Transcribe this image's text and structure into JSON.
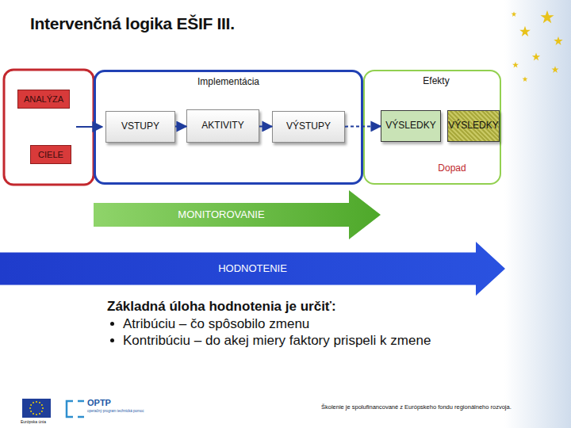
{
  "diagram": {
    "title": "Intervenčná logika EŠIF III.",
    "nodes": [
      {
        "text": [
          "ANALÝZA"
        ]
      },
      {
        "text": [
          "CIELE"
        ]
      },
      {
        "text": [
          "Implementácia"
        ]
      },
      {
        "text": [
          "VSTUPY"
        ],
        "in": 2
      },
      {
        "text": [
          "AKTIVITY"
        ],
        "in": 2
      },
      {
        "text": [
          "VÝSTUPY"
        ],
        "in": 2
      },
      {
        "text": [
          "Efekty",
          "Dopad"
        ]
      },
      {
        "text": [
          "VÝSLEDKY"
        ],
        "in": 6
      },
      {
        "text": [
          "VÝSLEDKY"
        ],
        "in": 6
      },
      {
        "text": [
          "MONITOROVANIE"
        ]
      },
      {
        "text": [
          "HODNOTENIE"
        ]
      }
    ],
    "edges": [
      {
        "from": 3,
        "to": 4,
        "arrow": "to"
      },
      {
        "from": 4,
        "to": 5,
        "arrow": "to"
      },
      {
        "from": 5,
        "to": 7,
        "arrow": "to"
      }
    ],
    "labels": [
      "Základná úloha hodnotenia je určiť:",
      "Atribúciu – čo spôsobilo zmenu",
      "Kontribúciu – do akej miery faktory prispeli k zmene",
      "Školenie je spolufinancované z Európskeho fondu regionálneho rozvoja.",
      "OPTP",
      "operačný program technická pomoc",
      "Európska únia"
    ]
  }
}
